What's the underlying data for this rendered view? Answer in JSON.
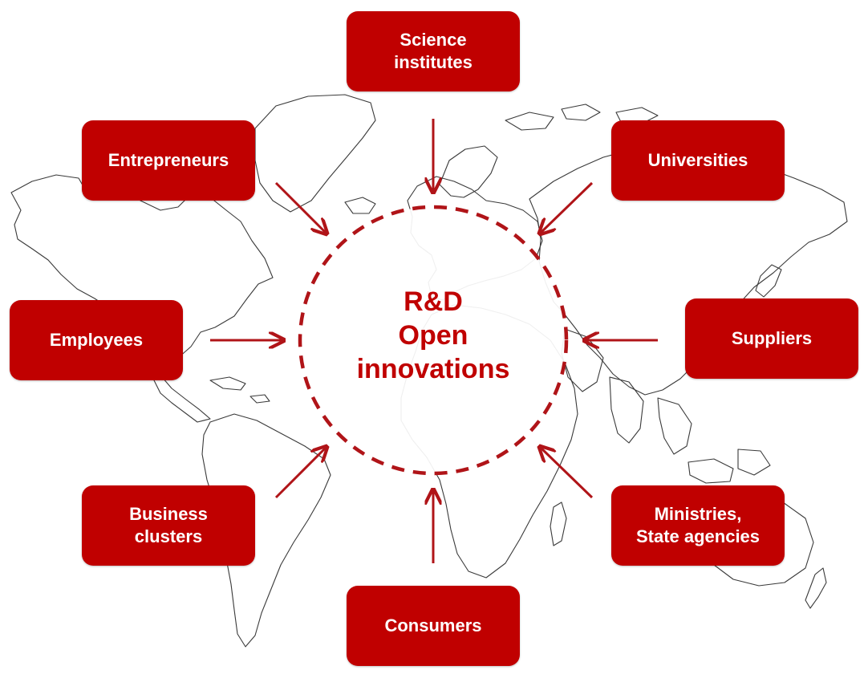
{
  "theme": {
    "accent": "#c00000",
    "map_outline": "#3a3a3a"
  },
  "center": {
    "title": "R&D\nOpen\ninnovations"
  },
  "stakeholders": {
    "science_institutes": "Science\ninstitutes",
    "universities": "Universities",
    "suppliers": "Suppliers",
    "ministries": "Ministries,\nState agencies",
    "consumers": "Consumers",
    "business_clusters": "Business\nclusters",
    "employees": "Employees",
    "entrepreneurs": "Entrepreneurs"
  },
  "icons": {
    "background": "world-map-outline",
    "arrows": "arrow-icon"
  }
}
